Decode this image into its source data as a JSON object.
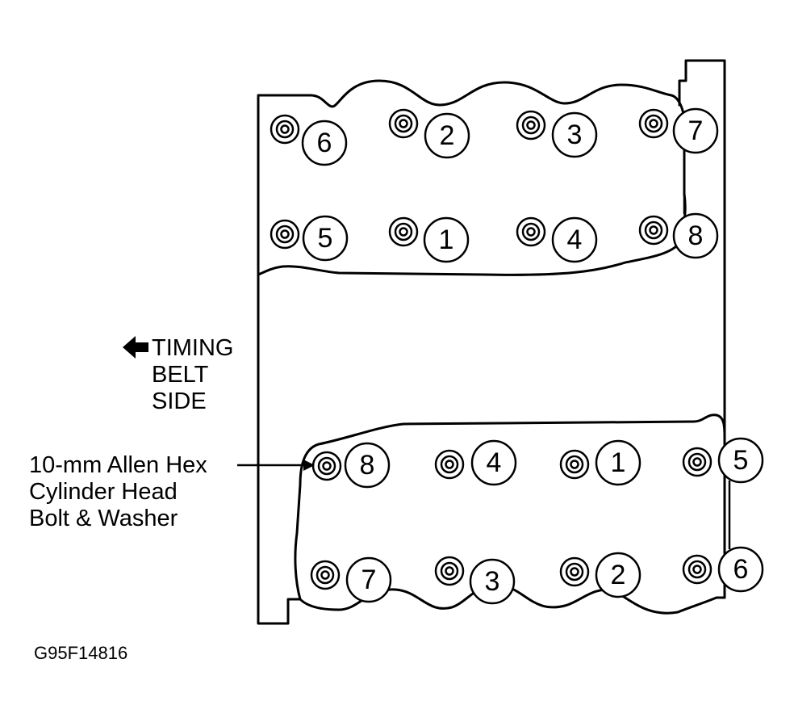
{
  "top_head": {
    "upper_row": [
      "6",
      "2",
      "3",
      "7"
    ],
    "lower_row": [
      "5",
      "1",
      "4",
      "8"
    ]
  },
  "bottom_head": {
    "upper_row": [
      "8",
      "4",
      "1",
      "5"
    ],
    "lower_row": [
      "7",
      "3",
      "2",
      "6"
    ]
  },
  "timing_label": [
    "TIMING",
    "BELT",
    "SIDE"
  ],
  "callout_label": [
    "10-mm Allen Hex",
    "Cylinder Head",
    "Bolt & Washer"
  ],
  "figure_id": "G95F14816",
  "icons": {
    "arrow": "left-arrow-icon",
    "bolt": "hex-bolt-icon"
  }
}
